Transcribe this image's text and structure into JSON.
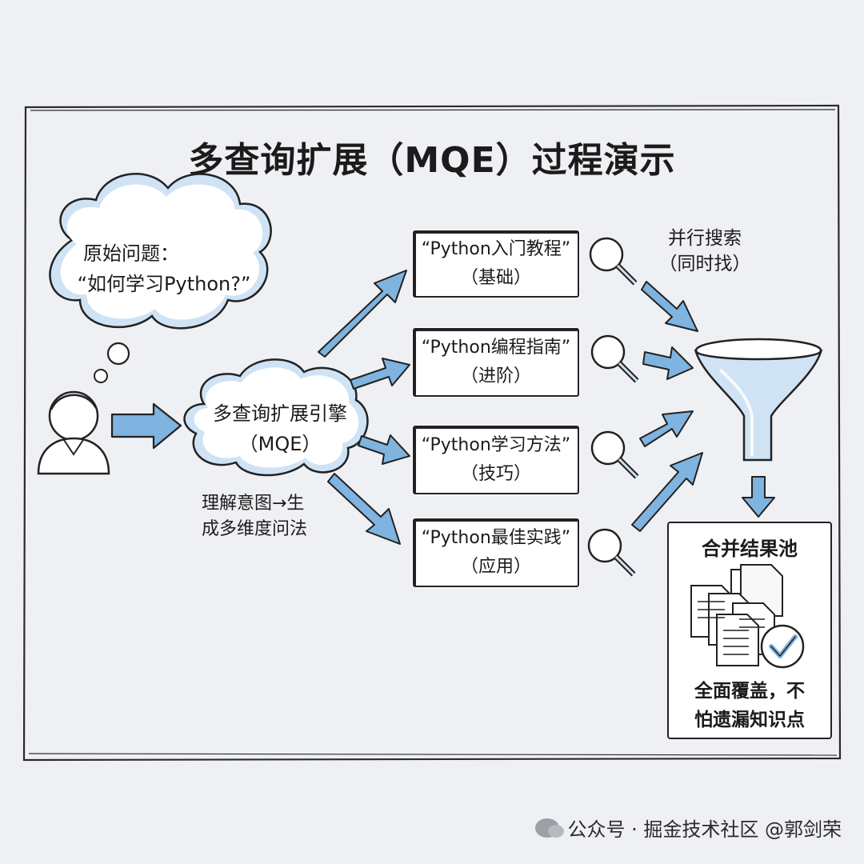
{
  "title": "多查询扩展（MQE）过程演示",
  "original_question": {
    "label": "原始问题：",
    "text": "“如何学习Python?”"
  },
  "engine": {
    "line1": "多查询扩展引擎",
    "line2": "（MQE）",
    "note_line1": "理解意图→生",
    "note_line2": "成多维度问法"
  },
  "queries": [
    {
      "query": "“Python入门教程”",
      "tag": "（基础）"
    },
    {
      "query": "“Python编程指南”",
      "tag": "（进阶）"
    },
    {
      "query": "“Python学习方法”",
      "tag": "（技巧）"
    },
    {
      "query": "“Python最佳实践”",
      "tag": "（应用）"
    }
  ],
  "parallel_search": {
    "line1": "并行搜索",
    "line2": "（同时找）"
  },
  "result_pool": {
    "title": "合并结果池",
    "desc_line1": "全面覆盖，不",
    "desc_line2": "怕遗漏知识点"
  },
  "watermark": "公众号 · 掘金技术社区 @郭剑荣",
  "colors": {
    "accent_blue": "#7fb3e0",
    "light_blue": "#cfe3f5",
    "ink": "#222222"
  },
  "icons": [
    "user-icon",
    "thought-bubble-icon",
    "arrow-right-icon",
    "search-icon",
    "funnel-icon",
    "arrow-down-icon",
    "documents-icon",
    "check-circle-icon"
  ]
}
